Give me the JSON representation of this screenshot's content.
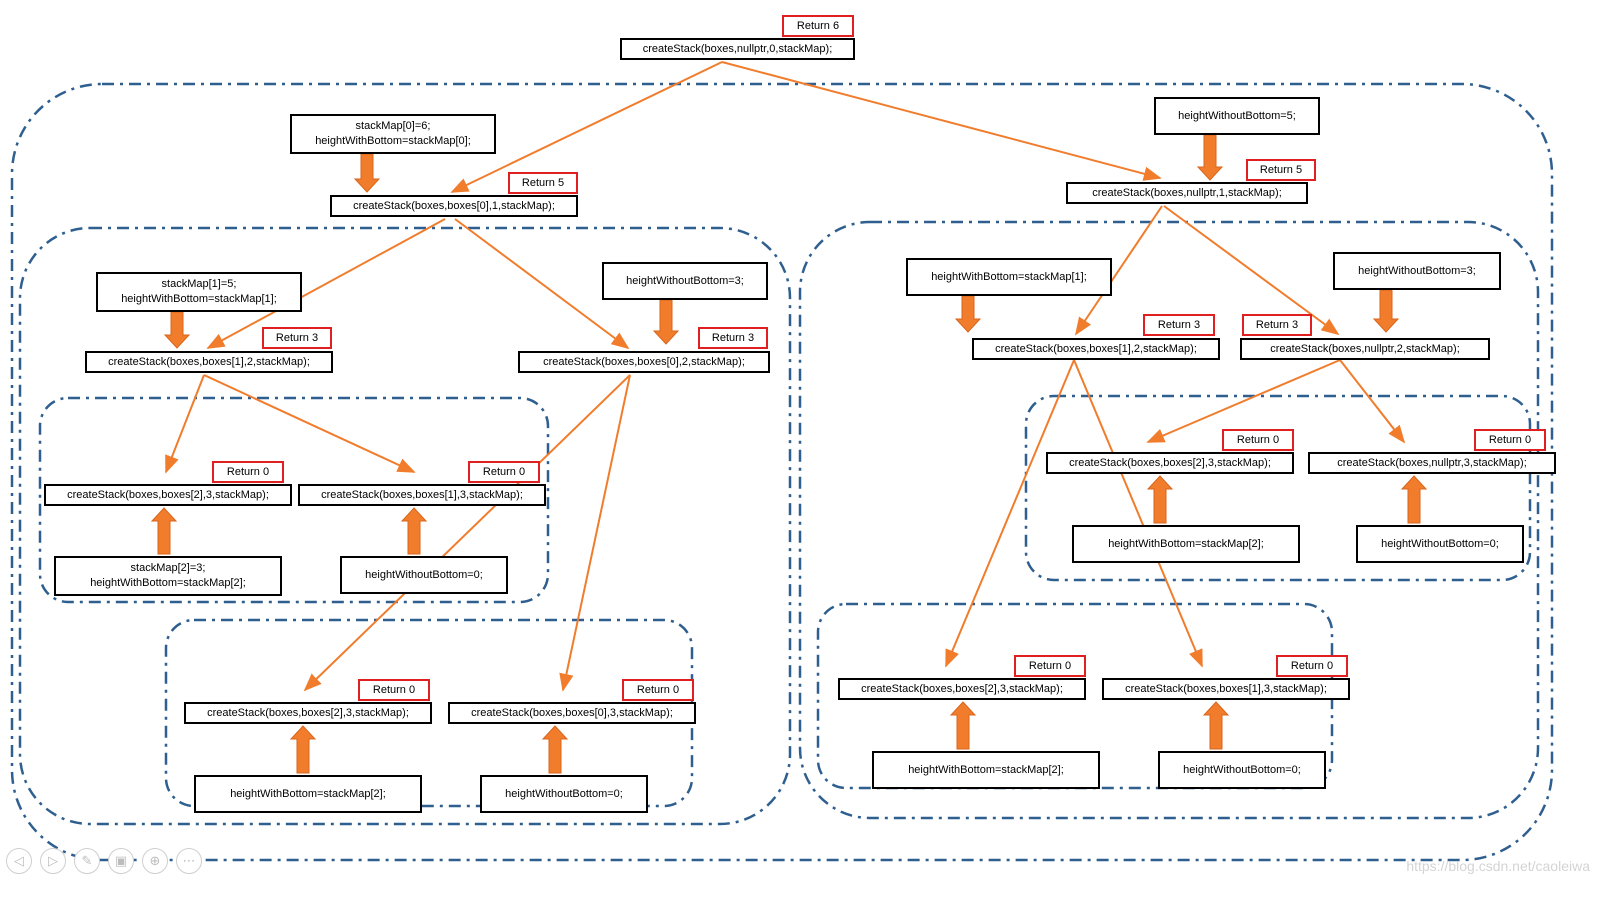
{
  "colors": {
    "edge": "#f07c2c",
    "group": "#2f5f8f",
    "return_border": "#e02020",
    "box_border": "#000000"
  },
  "toolbar": {
    "buttons": [
      {
        "name": "prev-icon",
        "glyph": "◁"
      },
      {
        "name": "next-icon",
        "glyph": "▷"
      },
      {
        "name": "pen-icon",
        "glyph": "✎"
      },
      {
        "name": "slides-icon",
        "glyph": "▣"
      },
      {
        "name": "zoom-icon",
        "glyph": "⊕"
      },
      {
        "name": "more-icon",
        "glyph": "⋯"
      }
    ]
  },
  "watermark": "https://blog.csdn.net/caoleiwa",
  "calls": {
    "root": "createStack(boxes,nullptr,0,stackMap);",
    "l1a": "createStack(boxes,boxes[0],1,stackMap);",
    "l1b": "createStack(boxes,nullptr,1,stackMap);",
    "l2a": "createStack(boxes,boxes[1],2,stackMap);",
    "l2b": "createStack(boxes,boxes[0],2,stackMap);",
    "l2c": "createStack(boxes,boxes[1],2,stackMap);",
    "l2d": "createStack(boxes,nullptr,2,stackMap);",
    "l3a": "createStack(boxes,boxes[2],3,stackMap);",
    "l3b": "createStack(boxes,boxes[1],3,stackMap);",
    "l3c": "createStack(boxes,boxes[2],3,stackMap);",
    "l3d": "createStack(boxes,boxes[0],3,stackMap);",
    "l3e": "createStack(boxes,boxes[2],3,stackMap);",
    "l3f": "createStack(boxes,nullptr,3,stackMap);",
    "l3g": "createStack(boxes,boxes[2],3,stackMap);",
    "l3h": "createStack(boxes,boxes[1],3,stackMap);"
  },
  "returns": {
    "root": "Return 6",
    "l1a": "Return 5",
    "l1b": "Return 5",
    "l2a": "Return 3",
    "l2b": "Return 3",
    "l2c": "Return 3",
    "l2d": "Return 3",
    "l3a": "Return 0",
    "l3b": "Return 0",
    "l3c": "Return 0",
    "l3d": "Return 0",
    "l3e": "Return 0",
    "l3f": "Return 0",
    "l3g": "Return 0",
    "l3h": "Return 0"
  },
  "notes": {
    "n1a": [
      "stackMap[0]=6;",
      "heightWithBottom=stackMap[0];"
    ],
    "n1b": [
      "heightWithoutBottom=5;"
    ],
    "n2a": [
      "stackMap[1]=5;",
      "heightWithBottom=stackMap[1];"
    ],
    "n2b": [
      "heightWithoutBottom=3;"
    ],
    "n2c": [
      "heightWithBottom=stackMap[1];"
    ],
    "n2d": [
      "heightWithoutBottom=3;"
    ],
    "n3a": [
      "stackMap[2]=3;",
      "heightWithBottom=stackMap[2];"
    ],
    "n3b": [
      "heightWithoutBottom=0;"
    ],
    "n3c": [
      "heightWithBottom=stackMap[2];"
    ],
    "n3d": [
      "heightWithoutBottom=0;"
    ],
    "n3e": [
      "heightWithBottom=stackMap[2];"
    ],
    "n3f": [
      "heightWithoutBottom=0;"
    ],
    "n3g": [
      "heightWithBottom=stackMap[2];"
    ],
    "n3h": [
      "heightWithoutBottom=0;"
    ]
  }
}
